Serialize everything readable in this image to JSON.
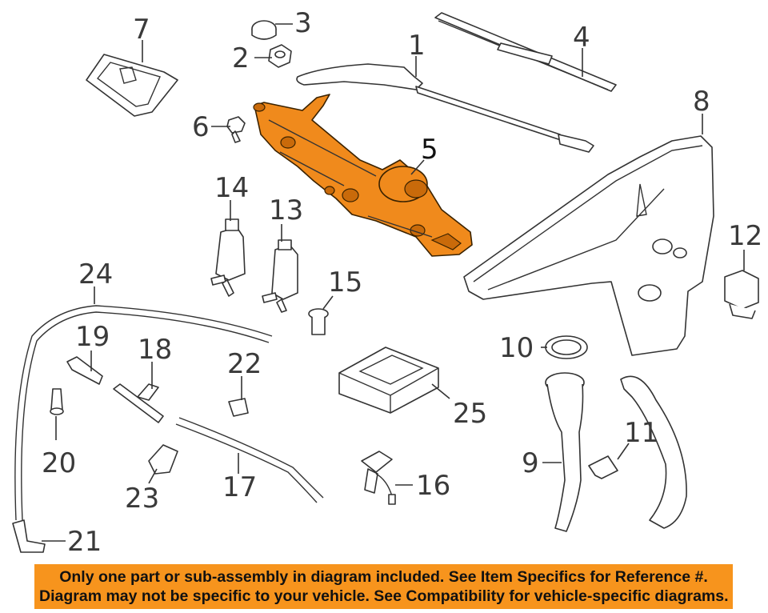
{
  "diagram": {
    "callouts": [
      {
        "id": "c1",
        "label": "1"
      },
      {
        "id": "c2",
        "label": "2"
      },
      {
        "id": "c3",
        "label": "3"
      },
      {
        "id": "c4",
        "label": "4"
      },
      {
        "id": "c5",
        "label": "5"
      },
      {
        "id": "c6",
        "label": "6"
      },
      {
        "id": "c7",
        "label": "7"
      },
      {
        "id": "c8",
        "label": "8"
      },
      {
        "id": "c9",
        "label": "9"
      },
      {
        "id": "c10",
        "label": "10"
      },
      {
        "id": "c11",
        "label": "11"
      },
      {
        "id": "c12",
        "label": "12"
      },
      {
        "id": "c13",
        "label": "13"
      },
      {
        "id": "c14",
        "label": "14"
      },
      {
        "id": "c15",
        "label": "15"
      },
      {
        "id": "c16",
        "label": "16"
      },
      {
        "id": "c17",
        "label": "17"
      },
      {
        "id": "c18",
        "label": "18"
      },
      {
        "id": "c19",
        "label": "19"
      },
      {
        "id": "c20",
        "label": "20"
      },
      {
        "id": "c21",
        "label": "21"
      },
      {
        "id": "c22",
        "label": "22"
      },
      {
        "id": "c23",
        "label": "23"
      },
      {
        "id": "c24",
        "label": "24"
      },
      {
        "id": "c25",
        "label": "25"
      }
    ],
    "highlighted_part": "5",
    "highlight_color": "#f08a1c"
  },
  "banner": {
    "line1": "Only one part or sub-assembly in diagram included. See Item Specifics for Reference #.",
    "line2": "Diagram may not be specific to your vehicle. See Compatibility for vehicle-specific diagrams.",
    "background_color": "#f7941d"
  }
}
